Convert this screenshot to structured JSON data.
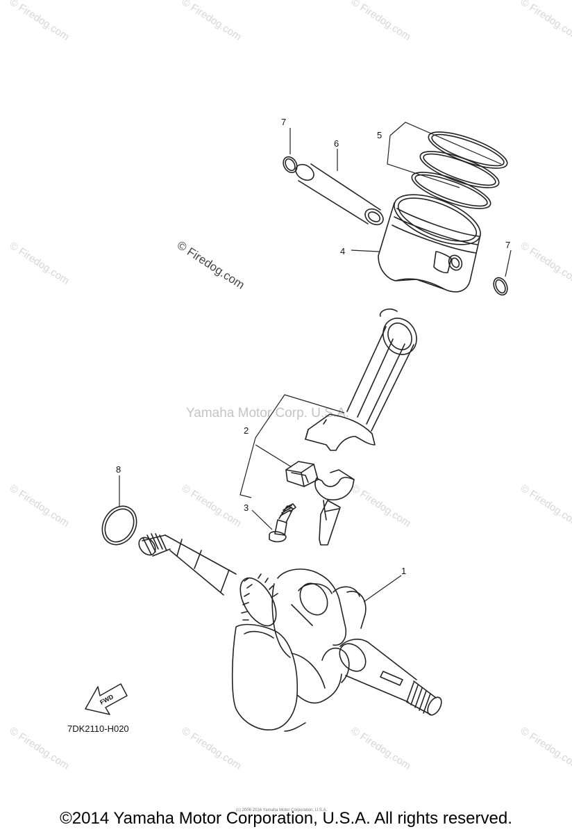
{
  "watermarks": {
    "repeat_text": "© Firedog.com",
    "mid_text": "© Firedog.com",
    "center_text": "Yamaha Motor Corp. U.S.A."
  },
  "callouts": {
    "c1": "1",
    "c2": "2",
    "c3": "3",
    "c4": "4",
    "c5": "5",
    "c6": "6",
    "c7a": "7",
    "c7b": "7",
    "c8": "8"
  },
  "fwd_label": "FWD",
  "diagram_code": "7DK2110-H020",
  "tiny_notice": "(c) 2006 2016 Yamaha Motor Corporation, U.S.A.",
  "copyright": "©2014 Yamaha Motor Corporation, U.S.A. All rights reserved."
}
